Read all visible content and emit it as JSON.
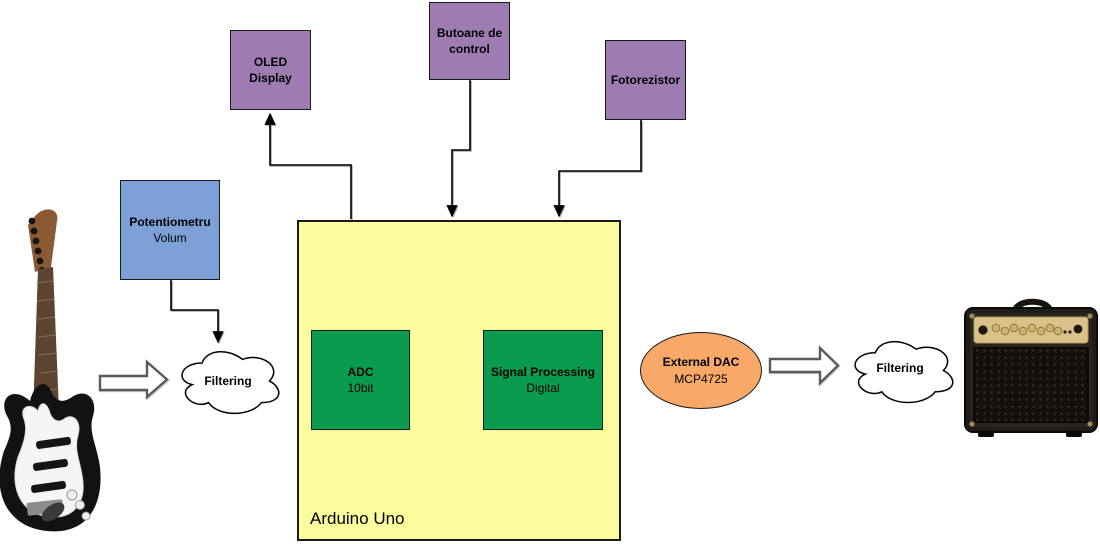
{
  "nodes": {
    "oled_display": {
      "line1": "OLED",
      "line2": "Display"
    },
    "butoane_control": {
      "line1": "Butoane de",
      "line2": "control"
    },
    "fotorezistor": {
      "line1": "Fotorezistor"
    },
    "potentiometru": {
      "line1": "Potentiometru",
      "line2": "Volum"
    },
    "arduino_board": {
      "label": "Arduino Uno"
    },
    "adc": {
      "line1": "ADC",
      "line2": "10bit"
    },
    "signal_processing": {
      "line1": "Signal Processing",
      "line2": "Digital"
    },
    "external_dac": {
      "line1": "External DAC",
      "line2": "MCP4725"
    },
    "filtering_input": {
      "label": "Filtering"
    },
    "filtering_output": {
      "label": "Filtering"
    }
  },
  "illustrations": {
    "guitar": "electric-guitar",
    "amplifier": "guitar-amplifier"
  },
  "colors": {
    "sensor_purple": "#9e7cb2",
    "potentiometer_blue": "#7ea0d8",
    "arduino_yellow": "#fcfc9c",
    "module_green": "#0a9b4e",
    "dac_orange": "#f8a868",
    "connector_black": "#000000",
    "cloud_white": "#ffffff"
  }
}
